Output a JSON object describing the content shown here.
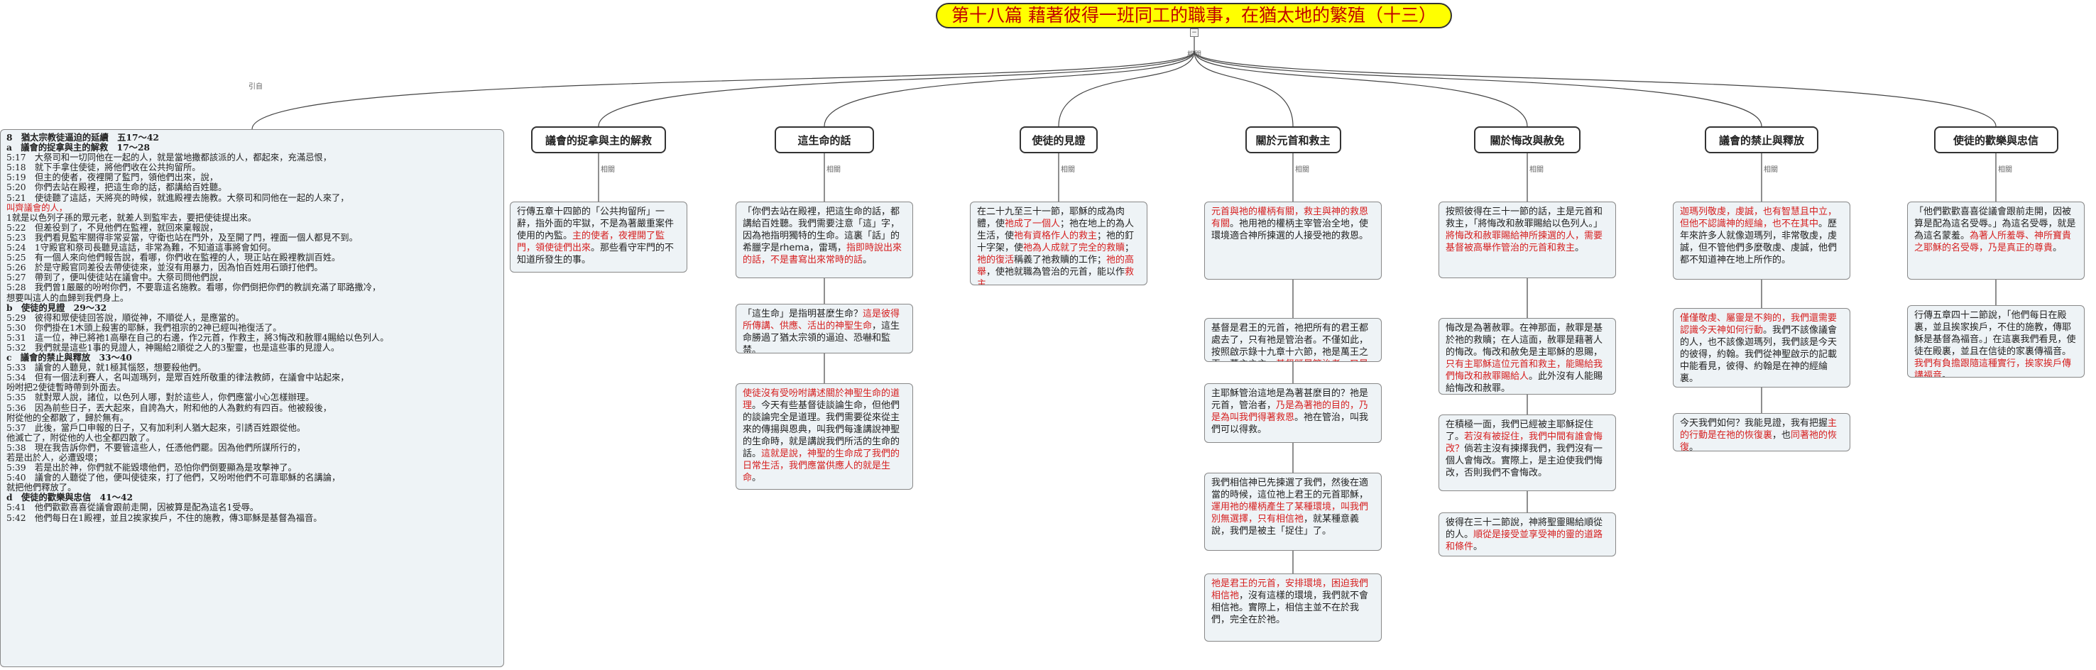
{
  "title": "第十八篇 藉著彼得一班同工的職事，在猶太地的繁殖（十三）",
  "link_label": "相關",
  "outline_label": "引自",
  "outline": [
    {
      "text": "8　猶太宗教徒逼迫的延續　五17～42",
      "bold": true,
      "red": false
    },
    {
      "text": "a　議會的捉拿與主的解救　17～28",
      "bold": true,
      "red": false
    },
    {
      "text": "5:17　大祭司和一切同他在一起的人，就是當地撒都該派的人，都起來，充滿忌恨，",
      "bold": false,
      "red": false
    },
    {
      "text": "5:18　就下手拿住使徒，將他們收在公共拘留所。",
      "bold": false,
      "red": false
    },
    {
      "text": "5:19　但主的使者，夜裡開了監門，領他們出來，說，",
      "bold": false,
      "red": false
    },
    {
      "text": "5:20　你們去站在殿裡，把這生命的話，都講給百姓聽。",
      "bold": false,
      "red": false
    },
    {
      "text": "5:21　使徒聽了這話，天將亮的時候，就進殿裡去施教。大祭司和同他在一起的人來了，",
      "bold": false,
      "red": false
    },
    {
      "text": "叫齊議會的人，",
      "bold": false,
      "red": true
    },
    {
      "text": "1就是以色列子孫的眾元老，就差人到監牢去，要把使徒提出來。",
      "bold": false,
      "red": false
    },
    {
      "text": "5:22　但差役到了，不見他們在監裡，就回來稟報說，",
      "bold": false,
      "red": false
    },
    {
      "text": "5:23　我們看見監牢關得非常妥當，守衛也站在門外，及至開了門，裡面一個人都見不到。",
      "bold": false,
      "red": false
    },
    {
      "text": "5:24　1守殿官和祭司長聽見這話，非常為難，不知道這事將會如何。",
      "bold": false,
      "red": false
    },
    {
      "text": "5:25　有一個人來向他們報告說，看哪，你們收在監裡的人，現正站在殿裡教訓百姓。",
      "bold": false,
      "red": false
    },
    {
      "text": "5:26　於是守殿官同差役去帶使徒來，並沒有用暴力，因為怕百姓用石頭打他們。",
      "bold": false,
      "red": false
    },
    {
      "text": "5:27　帶到了，便叫使徒站在議會中。大祭司問他們說，",
      "bold": false,
      "red": false
    },
    {
      "text": "5:28　我們曾1嚴嚴的吩咐你們，不要靠這名施教。看哪，你們倒把你們的教訓充滿了耶路撒冷，",
      "bold": false,
      "red": false
    },
    {
      "text": "想要叫這人的血歸到我們身上。",
      "bold": false,
      "red": false
    },
    {
      "text": "b　使徒的見證　29～32",
      "bold": true,
      "red": false
    },
    {
      "text": "5:29　彼得和眾使徒回答說，順從神，不順從人，是應當的。",
      "bold": false,
      "red": false
    },
    {
      "text": "5:30　你們掛在1木頭上殺害的耶穌，我們祖宗的2神已經叫祂復活了。",
      "bold": false,
      "red": false
    },
    {
      "text": "5:31　這一位，神已將祂1高舉在自己的右邊，作2元首，作救主，將3悔改和赦罪4賜給以色列人。",
      "bold": false,
      "red": false
    },
    {
      "text": "5:32　我們就是這些1事的見證人，神賜給2順從之人的3聖靈，也是這些事的見證人。",
      "bold": false,
      "red": false
    },
    {
      "text": "c　議會的禁止與釋放　33～40",
      "bold": true,
      "red": false
    },
    {
      "text": "5:33　議會的人聽見，就1極其惱怒，想要殺他們。",
      "bold": false,
      "red": false
    },
    {
      "text": "5:34　但有一個法利賽人，名叫迦瑪列，是眾百姓所敬重的律法教師，在議會中站起來，",
      "bold": false,
      "red": false
    },
    {
      "text": "吩咐把2使徒暫時帶到外面去。",
      "bold": false,
      "red": false
    },
    {
      "text": "5:35　就對眾人說，諸位，以色列人哪，對於這些人，你們應當小心怎樣辦理。",
      "bold": false,
      "red": false
    },
    {
      "text": "5:36　因為前些日子，丟大起來，自誇為大，附和他的人為數約有四百。他被殺後，",
      "bold": false,
      "red": false
    },
    {
      "text": "附從他的全都散了，歸於無有。",
      "bold": false,
      "red": false
    },
    {
      "text": "5:37　此後，當戶口申報的日子，又有加利利人猶大起來，引誘百姓跟從他。",
      "bold": false,
      "red": false
    },
    {
      "text": "他滅亡了，附從他的人也全都四散了。",
      "bold": false,
      "red": false
    },
    {
      "text": "5:38　現在我告訴你們，不要管這些人，任憑他們罷。因為他們所謀所行的，",
      "bold": false,
      "red": false
    },
    {
      "text": "若是出於人，必遭毀壞；",
      "bold": false,
      "red": false
    },
    {
      "text": "5:39　若是出於神，你們就不能毀壞他們，恐怕你們倒要顯為是攻擊神了。",
      "bold": false,
      "red": false
    },
    {
      "text": "5:40　議會的人聽從了他，便叫使徒來，打了他們，又吩咐他們不可靠耶穌的名講論，",
      "bold": false,
      "red": false
    },
    {
      "text": "就把他們釋放了。",
      "bold": false,
      "red": false
    },
    {
      "text": "d　使徒的歡樂與忠信　41～42",
      "bold": true,
      "red": false
    },
    {
      "text": "5:41　他們歡歡喜喜從議會跟前走開，因被算是配為這名1受辱。",
      "bold": false,
      "red": false
    },
    {
      "text": "5:42　他們每日在1殿裡，並且2挨家挨戶，不住的施教，傳3耶穌是基督為福音。",
      "bold": false,
      "red": false
    }
  ],
  "branches": [
    {
      "header": "議會的捉拿與主的解救",
      "nodes": [
        [
          {
            "t": "行傳五章十四節的「公共拘留所」一辭，指外面的牢獄，不是為著嚴重案件使用的內監。",
            "r": false
          },
          {
            "t": "主的使者，夜裡開了監門，領使徒們出來",
            "r": true
          },
          {
            "t": "。那些看守牢門的不知道所發生的事。",
            "r": false
          }
        ]
      ]
    },
    {
      "header": "這生命的話",
      "nodes": [
        [
          {
            "t": "「你們去站在殿裡，把這生命的話，都講給百姓聽。我們需要注意「這」字，因為祂指明獨特的生命。這裏「話」的希臘字是rhema，雷瑪，",
            "r": false
          },
          {
            "t": "指即時說出來的話，不是書寫出來常時的話",
            "r": true
          },
          {
            "t": "。",
            "r": false
          }
        ],
        [
          {
            "t": "「這生命」是指明甚麼生命？",
            "r": false
          },
          {
            "t": "這是彼得所傳講、供應、活出的神聖生命",
            "r": true
          },
          {
            "t": "，這生命勝過了猶太宗領的逼迫、恐嚇和監禁。",
            "r": false
          }
        ],
        [
          {
            "t": "使徒沒有受吩咐講述關於神聖生命的道理",
            "r": true
          },
          {
            "t": "。今天有些基督徒談論生命，但他們的談論完全是道理。我們需要從來從主來的傳揚與恩典，叫我們每逢講說神聖的生命時，就是講說我們所活的生命的話。",
            "r": false
          },
          {
            "t": "這就是說，神聖的生命成了我們的日常生活，我們應當供應人的就是生命",
            "r": true
          },
          {
            "t": "。",
            "r": false
          }
        ]
      ]
    },
    {
      "header": "使徒的見證",
      "nodes": [
        [
          {
            "t": "在二十九至三十一節，耶穌的成為肉體，使",
            "r": false
          },
          {
            "t": "祂成了一個人",
            "r": true
          },
          {
            "t": "；祂在地上的為人生活，使",
            "r": false
          },
          {
            "t": "祂有資格作人的救主",
            "r": true
          },
          {
            "t": "；祂的釘十字架，使",
            "r": false
          },
          {
            "t": "祂為人成就了完全的救贖",
            "r": true
          },
          {
            "t": "；",
            "r": false
          },
          {
            "t": "祂的復活",
            "r": true
          },
          {
            "t": "稱義了祂救贖的工作；",
            "r": false
          },
          {
            "t": "祂的高舉",
            "r": true
          },
          {
            "t": "，使祂就職為管治的元首，能以作",
            "r": false
          },
          {
            "t": "救主",
            "r": true
          },
          {
            "t": "。",
            "r": false
          }
        ]
      ]
    },
    {
      "header": "關於元首和救主",
      "nodes": [
        [
          {
            "t": "元首與祂的權柄有關，救主與神的救恩有關",
            "r": true
          },
          {
            "t": "。祂用祂的權柄主宰管治全地，使環境適合神所揀選的人接受祂的救恩。",
            "r": false
          }
        ],
        [
          {
            "t": "基督是君王的元首，祂把所有的君王都處去了，只有祂是管治者。不僅如此，按照啟示錄十九章十六節，祂是萬王之王，萬主之主。",
            "r": false
          },
          {
            "t": "基督既是管治者，又是君王，祂是管治者，管治全地",
            "r": true
          },
          {
            "t": "。",
            "r": false
          }
        ],
        [
          {
            "t": "主耶穌管治這地是為著甚麼目的？祂是元首，管治者，",
            "r": false
          },
          {
            "t": "乃是為著祂的目的，乃是為叫我們得著救恩",
            "r": true
          },
          {
            "t": "。祂在管治，叫我們可以得救。",
            "r": false
          }
        ],
        [
          {
            "t": "我們相信神已先揀選了我們，然後在適當的時候，這位祂上君王的元首耶穌，",
            "r": false
          },
          {
            "t": "運用祂的權柄產生了某種環境，叫我們別無選擇，只有相信祂",
            "r": true
          },
          {
            "t": "，就某種意義說，我們是被主「捉住」了。",
            "r": false
          }
        ],
        [
          {
            "t": "祂是君王的元首，安排環境，困迫我們相信祂",
            "r": true
          },
          {
            "t": "，沒有這樣的環境，我們就不會相信祂。實際上，相信主並不在於我們，完全在於祂。",
            "r": false
          }
        ]
      ]
    },
    {
      "header": "關於悔改與赦免",
      "nodes": [
        [
          {
            "t": "按照彼得在三十一節的話，主是元首和救主，「將悔改和赦罪賜給以色列人。」",
            "r": false
          },
          {
            "t": "將悔改和赦罪賜給神所揀選的人，需要基督被高舉作管治的元首和救主",
            "r": true
          },
          {
            "t": "。",
            "r": false
          }
        ],
        [
          {
            "t": "悔改是為著赦罪。在神那面，赦罪是基於祂的救贖；在人這面，赦罪是藉著人的悔改。悔改和赦免是主耶穌的恩賜，",
            "r": false
          },
          {
            "t": "只有主耶穌這位元首和救主，能賜給我們悔改和赦罪賜給人",
            "r": true
          },
          {
            "t": "。此外沒有人能賜給悔改和赦罪。",
            "r": false
          }
        ],
        [
          {
            "t": "在積極一面，我們已經被主耶穌捉住了。",
            "r": false
          },
          {
            "t": "若沒有被捉住，我們中間有誰會悔改？",
            "r": true
          },
          {
            "t": "倘若主沒有揀擇我們，我們沒有一個人會悔改。實際上，是主迫使我們悔改，否則我們不會悔改。",
            "r": false
          }
        ],
        [
          {
            "t": "彼得在三十二節說，神將聖靈賜給順從的人。",
            "r": false
          },
          {
            "t": "順從是接受並享受神的靈的道路和條件",
            "r": true
          },
          {
            "t": "。",
            "r": false
          }
        ]
      ]
    },
    {
      "header": "議會的禁止與釋放",
      "nodes": [
        [
          {
            "t": "迦瑪列敬虔，虔誠，也有智慧且中立，但他不認識神的經綸，也不在其中",
            "r": true
          },
          {
            "t": "。歷年來許多人就像迦瑪列，非常敬虔，虔誠，但不管他們多麼敬虔、虔誠，他們都不知道神在地上所作的。",
            "r": false
          }
        ],
        [
          {
            "t": "僅僅敬虔、屬靈是不夠的，我們還需要認識今天神如何行動",
            "r": true
          },
          {
            "t": "。我們不該像議會的人，也不該像迦瑪列，我們該是今天的彼得，約翰。我們從神聖啟示的記載中能看見，彼得、約翰是在神的經綸裏。",
            "r": false
          }
        ],
        [
          {
            "t": "今天我們如何？我能見證，我有把握",
            "r": false
          },
          {
            "t": "主的行動是在祂的恢復裏",
            "r": true
          },
          {
            "t": "，也",
            "r": false
          },
          {
            "t": "同著祂的恢復",
            "r": true
          },
          {
            "t": "。",
            "r": false
          }
        ]
      ]
    },
    {
      "header": "使徒的歡樂與忠信",
      "nodes": [
        [
          {
            "t": "「他們歡歡喜喜從議會跟前走開，因被算是配為這名受辱。」為這名受辱，就是為這名蒙羞。",
            "r": false
          },
          {
            "t": "為著人所羞辱、神所寶貴之耶穌的名受辱，乃是真正的尊貴",
            "r": true
          },
          {
            "t": "。",
            "r": false
          }
        ],
        [
          {
            "t": "行傳五章四十二節說，「他們每日在殿裏，並且挨家挨戶，不住的施教，傳耶穌是基督為福音。」在這裏我們看見，使徒在殿裏，並且在信徒的家裏傳福音。",
            "r": false
          },
          {
            "t": "我們有負擔跟隨這種實行，挨家挨戶傳講福音",
            "r": true
          },
          {
            "t": "。",
            "r": false
          }
        ]
      ]
    }
  ],
  "colors": {
    "title_bg": "#ffff00",
    "title_text": "#c00000",
    "emphasis": "#d62020",
    "node_bg": "#eef3f6"
  }
}
